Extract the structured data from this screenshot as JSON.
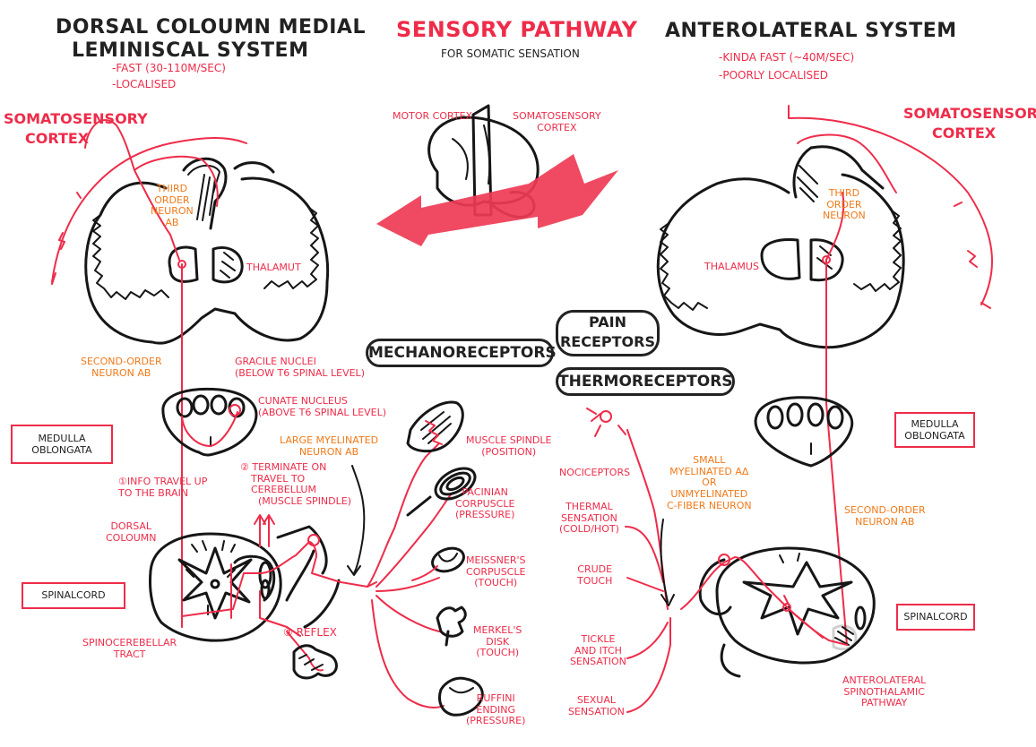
{
  "dcml": {
    "title_line1": "Dorsal Coloumn Medial",
    "title_line2": "Leminiscal System",
    "fast": "-Fast (30-110m/sec)",
    "localised": "-Localised",
    "cortex_line1": "Somatosensory",
    "cortex_line2": "Cortex",
    "third_order": [
      "Third",
      "Order",
      "Neuron",
      "Aβ"
    ],
    "thalamus": "Thalamut",
    "second_order": [
      "Second-Order",
      "Neuron Aβ"
    ],
    "gracile": [
      "Gracile Nuclei",
      "(Below T6 Spinal Level)"
    ],
    "cunate": [
      "Cunate Nucleus",
      "(Above T6 Spinal Level)"
    ],
    "medulla_box": [
      "Medulla",
      "Oblongata"
    ],
    "info_travel": [
      "①Info Travel Up",
      "to the Brain"
    ],
    "terminate": [
      "② Terminate on",
      "Travel to",
      "Cerebellum",
      "(Muscle Spindle)"
    ],
    "large_neuron": [
      "Large Myelinated",
      "Neuron Aβ"
    ],
    "dorsal_column": [
      "Dorsal",
      "Coloumn"
    ],
    "spinalcord_box": "Spinalcord",
    "spinocerebellar": [
      "Spinocerebellar",
      "Tract"
    ],
    "reflex": "③ Reflex"
  },
  "center": {
    "title": "Sensory Pathway",
    "subtitle": "For Somatic Sensation",
    "motor_cortex": "Motor Cortex",
    "somatosensory": [
      "Somatosensory",
      "Cortex"
    ],
    "mechanoreceptors": "Mechanoreceptors",
    "pain_receptors": [
      "Pain",
      "Receptors"
    ],
    "thermoreceptors": "Thermoreceptors",
    "muscle_spindle": [
      "Muscle Spindle",
      "(Position)"
    ],
    "pacinian": [
      "Pacinian",
      "Corpuscle",
      "(Pressure)"
    ],
    "meissners": [
      "Meissner's",
      "Corpuscle",
      "(Touch)"
    ],
    "merkels": [
      "Merkel's",
      "Disk",
      "(Touch)"
    ],
    "ruffini": [
      "Ruffini",
      "Ending",
      "(Pressure)"
    ]
  },
  "als": {
    "title": "Anterolateral System",
    "fast": "-Kinda Fast (~40m/sec)",
    "localised": "-Poorly Localised",
    "cortex_line1": "Somatosensory",
    "cortex_line2": "Cortex",
    "third_order": [
      "Third",
      "Order",
      "Neuron"
    ],
    "thalamus": "Thalamus",
    "medulla_box": [
      "Medulla",
      "Oblongata"
    ],
    "nociceptors": "Nociceptors",
    "small_neuron": [
      "Small",
      "Myelinated Aδ",
      "or",
      "Unmyelinated",
      "C-Fiber Neuron"
    ],
    "thermal": [
      "Thermal",
      "Sensation",
      "(Cold/Hot)"
    ],
    "crude_touch": [
      "Crude",
      "Touch"
    ],
    "tickle": [
      "Tickle",
      "and Itch",
      "Sensation"
    ],
    "sexual": [
      "Sexual",
      "Sensation"
    ],
    "second_order": [
      "Second-Order",
      "Neuron Aβ"
    ],
    "spinalcord_box": "Spinalcord",
    "spinothalamic": [
      "Anterolateral",
      "Spinothalamic",
      "Pathway"
    ]
  },
  "colors": {
    "ink": "#161616",
    "red": "#ee2c4a",
    "orange": "#f07a1a"
  }
}
